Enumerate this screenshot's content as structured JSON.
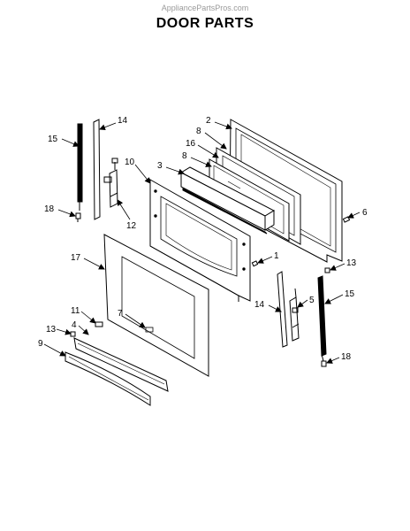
{
  "watermark": "AppliancePartsPros.com",
  "title": "DOOR PARTS",
  "callouts": {
    "c1": "1",
    "c2": "2",
    "c3": "3",
    "c4": "4",
    "c5": "5",
    "c6": "6",
    "c7": "7",
    "c8a": "8",
    "c8b": "8",
    "c9": "9",
    "c10": "10",
    "c11": "11",
    "c12": "12",
    "c13a": "13",
    "c13b": "13",
    "c14a": "14",
    "c14b": "14",
    "c15a": "15",
    "c15b": "15",
    "c16": "16",
    "c17": "17",
    "c18a": "18",
    "c18b": "18"
  }
}
